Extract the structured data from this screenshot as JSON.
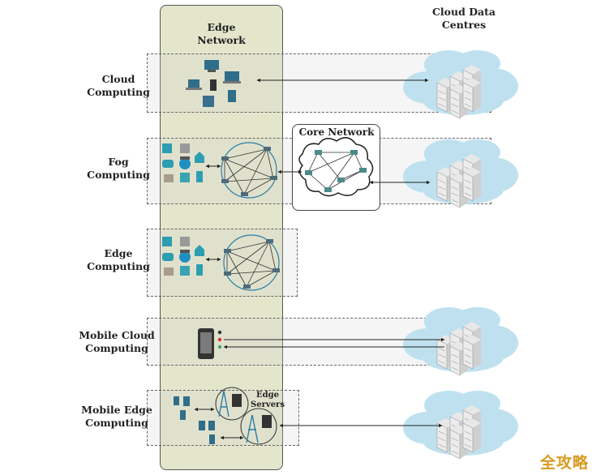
{
  "header": {
    "edge_network": "Edge\nNetwork",
    "cloud_data_centres": "Cloud Data\nCentres"
  },
  "core_network": {
    "title": "Core Network"
  },
  "rows": [
    {
      "id": "cloud",
      "label": "Cloud\nComputing"
    },
    {
      "id": "fog",
      "label": "Fog\nComputing"
    },
    {
      "id": "edge",
      "label": "Edge\nComputing"
    },
    {
      "id": "mobile-cloud",
      "label": "Mobile Cloud\nComputing"
    },
    {
      "id": "mobile-edge",
      "label": "Mobile Edge\nComputing"
    }
  ],
  "edge_servers": {
    "label": "Edge\nServers"
  },
  "watermark": {
    "text": "全攻略"
  },
  "colors": {
    "edge_column": "#e4e6cc",
    "cloud": "#bfe1ef",
    "accent_link": "#2a7fa6"
  }
}
